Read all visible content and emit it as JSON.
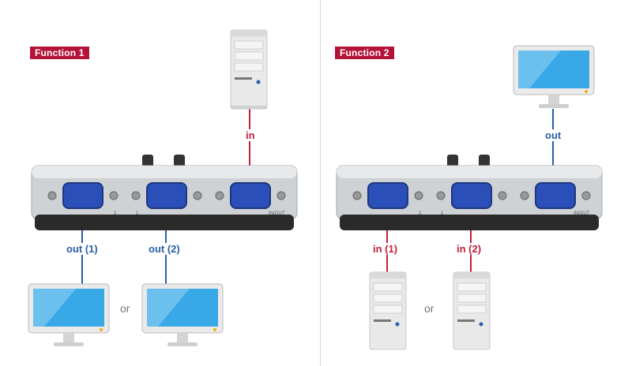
{
  "function1": {
    "badge": "Function 1",
    "in_label": "in",
    "out1_label": "out (1)",
    "out2_label": "out (2)",
    "or_label": "or",
    "port_labels": [
      "2",
      "1",
      "IN/OUT"
    ]
  },
  "function2": {
    "badge": "Function 2",
    "out_label": "out",
    "in1_label": "in (1)",
    "in2_label": "in (2)",
    "or_label": "or",
    "port_labels": [
      "2",
      "1",
      "IN/OUT"
    ]
  },
  "colors": {
    "badge": "#b5123a",
    "in_line": "#c0203a",
    "out_line": "#2a5fa8",
    "vga_port": "#2b4fb8",
    "screen": "#39a8e6"
  },
  "icons": [
    "computer-tower-icon",
    "monitor-icon",
    "vga-switch-icon"
  ]
}
